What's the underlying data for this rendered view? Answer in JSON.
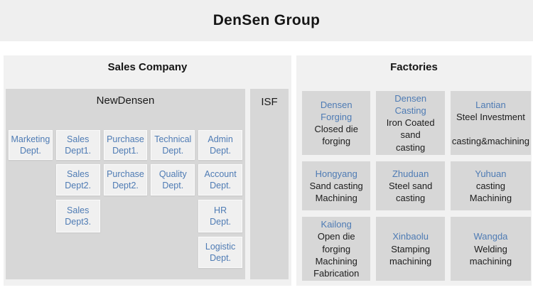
{
  "header": {
    "title": "DenSen Group"
  },
  "sales": {
    "title": "Sales Company",
    "newdensen": {
      "title": "NewDensen",
      "depts": [
        {
          "label": "Marketing\nDept."
        },
        {
          "label": "Sales\nDept1."
        },
        {
          "label": "Purchase\nDept1."
        },
        {
          "label": "Technical\nDept."
        },
        {
          "label": "Admin\nDept."
        },
        {
          "label": "Sales\nDept2."
        },
        {
          "label": "Purchase\nDept2."
        },
        {
          "label": "Quality\nDept."
        },
        {
          "label": "Account\nDept."
        },
        {
          "label": "Sales\nDept3."
        },
        {
          "label": "HR\nDept."
        },
        {
          "label": "Logistic\nDept."
        }
      ]
    },
    "isf_label": "ISF"
  },
  "factories": {
    "title": "Factories",
    "cells": [
      {
        "name": "Densen Forging",
        "desc": "Closed die forging"
      },
      {
        "name": "Densen Casting",
        "desc": "Iron Coated sand\ncasting"
      },
      {
        "name": "Lantian",
        "desc": "Steel Investment\n\ncasting&machining"
      },
      {
        "name": "Hongyang",
        "desc": "Sand casting\nMachining"
      },
      {
        "name": "Zhuduan",
        "desc": "Steel sand casting"
      },
      {
        "name": "Yuhuan",
        "desc": "casting\nMachining"
      },
      {
        "name": "Kailong",
        "desc": "Open die forging\nMachining\nFabrication"
      },
      {
        "name": "Xinbaolu",
        "desc": "Stamping\nmachining"
      },
      {
        "name": "Wangda",
        "desc": "Welding\nmachining"
      }
    ]
  },
  "colors": {
    "accent_blue": "#4e7bb4",
    "box_gray": "#d7d7d7",
    "panel_gray": "#f1f1f1",
    "header_gray": "#efefef"
  }
}
